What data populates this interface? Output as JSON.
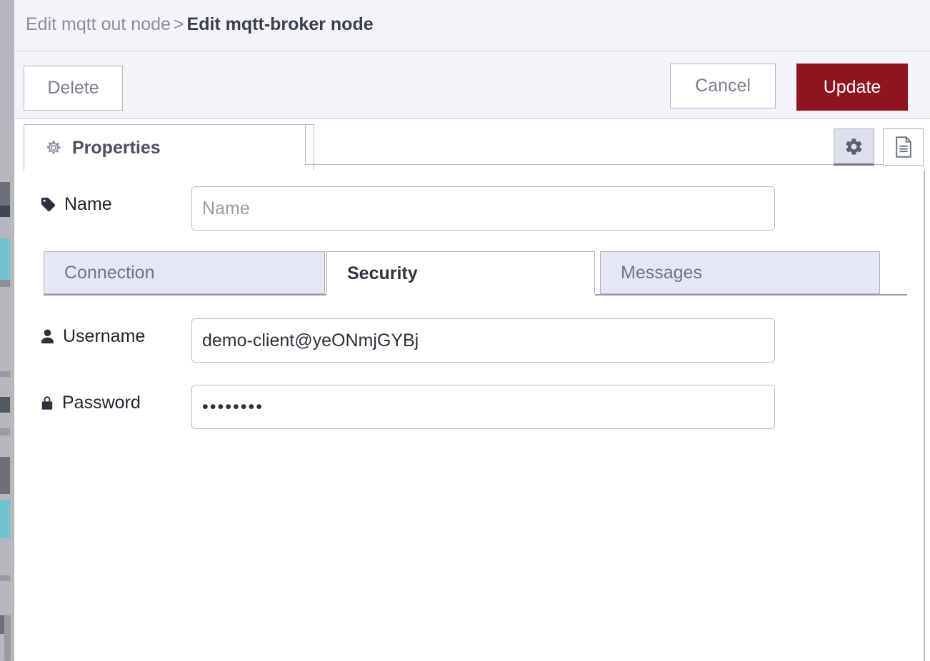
{
  "header": {
    "breadcrumb_parent": "Edit mqtt out node",
    "breadcrumb_separator": ">",
    "breadcrumb_current": "Edit mqtt-broker node"
  },
  "toolbar": {
    "delete_label": "Delete",
    "cancel_label": "Cancel",
    "update_label": "Update",
    "update_color": "#8e1421"
  },
  "main_tabs": {
    "properties_label": "Properties",
    "properties_icon": "gear-icon",
    "tools": [
      {
        "name": "gear-tool-button",
        "icon": "gear-icon",
        "active": true
      },
      {
        "name": "doc-tool-button",
        "icon": "document-icon",
        "active": false
      }
    ]
  },
  "form": {
    "name": {
      "label": "Name",
      "icon": "tag-icon",
      "value": "",
      "placeholder": "Name"
    },
    "inner_tabs": [
      {
        "label": "Connection",
        "active": false
      },
      {
        "label": "Security",
        "active": true
      },
      {
        "label": "Messages",
        "active": false
      }
    ],
    "username": {
      "label": "Username",
      "icon": "user-icon",
      "value": "demo-client@yeONmjGYBj",
      "placeholder": ""
    },
    "password": {
      "label": "Password",
      "icon": "lock-icon",
      "value": "••••••••",
      "placeholder": ""
    }
  }
}
